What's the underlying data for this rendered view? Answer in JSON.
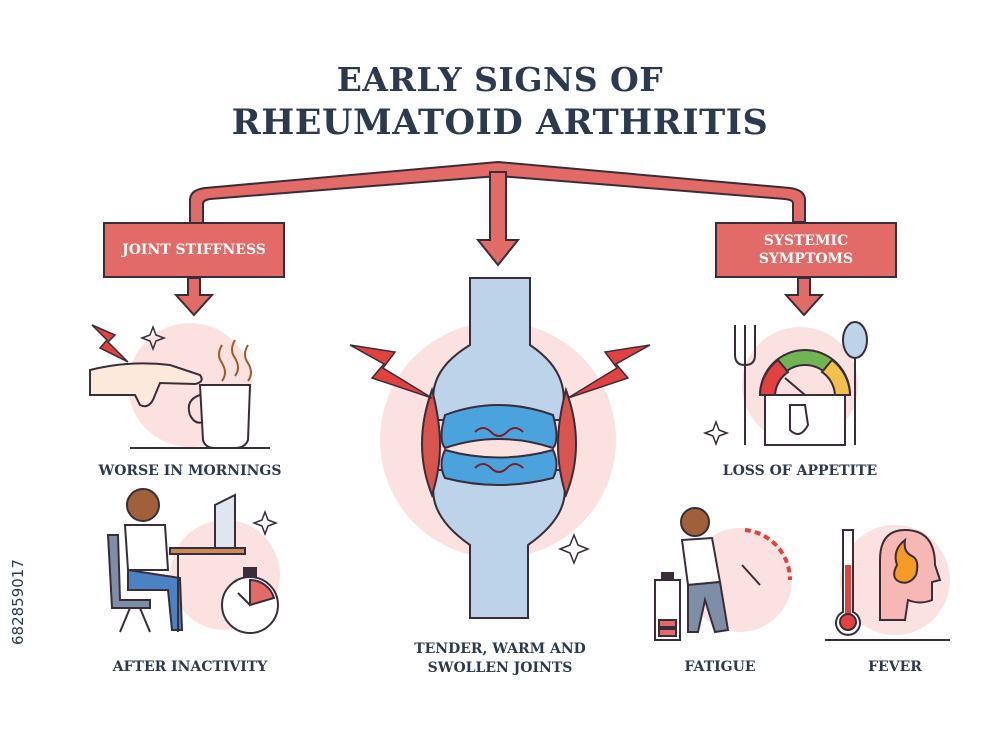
{
  "title": {
    "line1": "EARLY SIGNS OF",
    "line2": "RHEUMATOID ARTHRITIS"
  },
  "categories": {
    "joint_stiffness": "JOINT STIFFNESS",
    "systemic_symptoms": "SYSTEMIC SYMPTOMS"
  },
  "signs": {
    "mornings": "WORSE IN MORNINGS",
    "inactivity": "AFTER INACTIVITY",
    "joints_line1": "TENDER, WARM AND",
    "joints_line2": "SWOLLEN JOINTS",
    "appetite": "LOSS OF APPETITE",
    "fatigue": "FATIGUE",
    "fever": "FEVER"
  },
  "stock_id": "682859017",
  "colors": {
    "arrow_red": "#e26a67",
    "outline": "#3a2d3a",
    "soft_pink": "#fbe1df",
    "bone_blue": "#bcd3ea",
    "cartilage_blue": "#4aa3dc",
    "text_navy": "#2b3a4e"
  }
}
